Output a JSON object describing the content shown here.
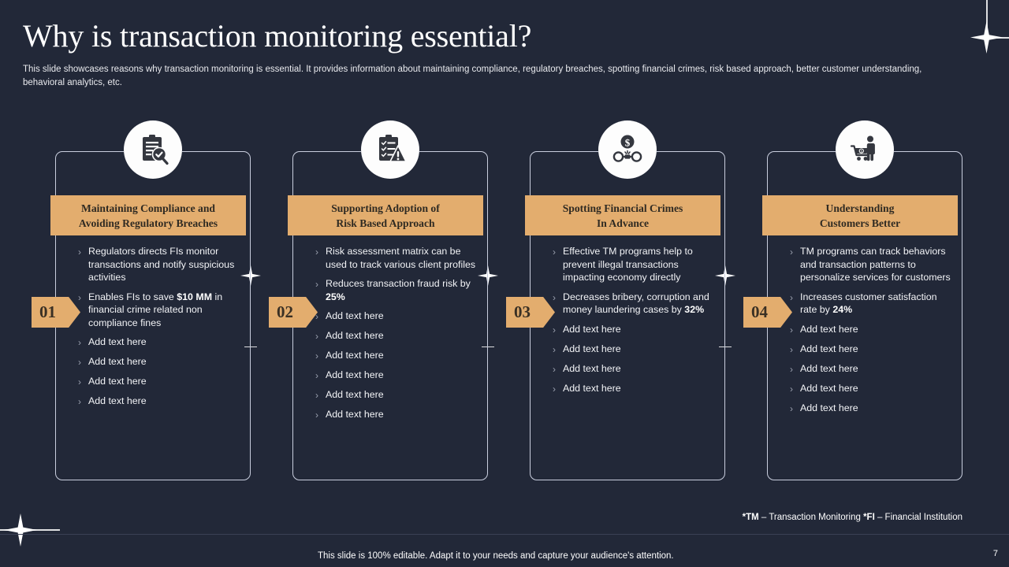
{
  "slide": {
    "title": "Why is transaction monitoring essential?",
    "subtitle": "This slide showcases reasons why transaction monitoring is essential. It provides information about maintaining compliance, regulatory breaches, spotting financial crimes, risk based approach, better customer understanding, behavioral analytics, etc.",
    "page_number": "7",
    "footer_note": "This slide is 100% editable. Adapt it to your needs and capture your audience's attention.",
    "footnote_abbr_1": "*TM",
    "footnote_def_1": " – Transaction Monitoring ",
    "footnote_abbr_2": "*FI",
    "footnote_def_2": " – Financial Institution"
  },
  "colors": {
    "background": "#222838",
    "accent": "#e3ad6e",
    "card_border": "#c9cede",
    "header_text": "#2f2a22",
    "body_text": "#f2f3f6"
  },
  "cards": [
    {
      "number": "01",
      "icon": "clipboard-check-magnifier-icon",
      "heading_line1": "Maintaining Compliance and",
      "heading_line2": "Avoiding Regulatory Breaches",
      "bullets": [
        {
          "text": "Regulators directs FIs monitor transactions and notify suspicious activities",
          "highlight": ""
        },
        {
          "pre": "Enables FIs to save ",
          "highlight": "$10 MM",
          "post": " in financial crime related non compliance fines"
        },
        {
          "text": "Add text here"
        },
        {
          "text": "Add text here"
        },
        {
          "text": "Add text here"
        },
        {
          "text": "Add text here"
        }
      ]
    },
    {
      "number": "02",
      "icon": "clipboard-warning-icon",
      "heading_line1": "Supporting Adoption of",
      "heading_line2": "Risk Based Approach",
      "bullets": [
        {
          "text": "Risk assessment matrix can be used to track various client profiles"
        },
        {
          "pre": "Reduces transaction fraud risk by ",
          "highlight": "25%",
          "post": ""
        },
        {
          "text": "Add text here"
        },
        {
          "text": "Add text here"
        },
        {
          "text": "Add text here"
        },
        {
          "text": "Add text here"
        },
        {
          "text": "Add text here"
        },
        {
          "text": "Add text here"
        }
      ]
    },
    {
      "number": "03",
      "icon": "dollar-broken-handcuffs-icon",
      "heading_line1": "Spotting Financial Crimes",
      "heading_line2": "In Advance",
      "bullets": [
        {
          "text": "Effective TM programs help to prevent illegal transactions impacting economy directly"
        },
        {
          "pre": "Decreases bribery, corruption and money laundering cases by ",
          "highlight": "32%",
          "post": ""
        },
        {
          "text": "Add text here"
        },
        {
          "text": "Add text here"
        },
        {
          "text": "Add text here"
        },
        {
          "text": "Add text here"
        }
      ]
    },
    {
      "number": "04",
      "icon": "customer-shopping-cart-icon",
      "heading_line1": "Understanding",
      "heading_line2": "Customers Better",
      "bullets": [
        {
          "text": "TM programs can track behaviors and transaction patterns to personalize services    for customers"
        },
        {
          "pre": "Increases customer satisfaction rate by ",
          "highlight": "24%",
          "post": ""
        },
        {
          "text": "Add text here"
        },
        {
          "text": "Add text here"
        },
        {
          "text": "Add text here"
        },
        {
          "text": "Add text here"
        },
        {
          "text": "Add text here"
        }
      ]
    }
  ]
}
